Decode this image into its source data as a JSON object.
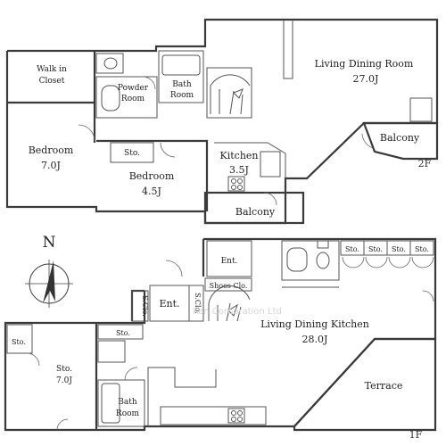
{
  "floors": {
    "upper": {
      "label": "2F",
      "rooms": {
        "walk_in_closet": [
          "Walk in",
          "Closet"
        ],
        "powder_room": [
          "Powder",
          "Room"
        ],
        "bath": [
          "Bath",
          "Room"
        ],
        "living": [
          "Living Dining Room",
          "27.0J"
        ],
        "balcony_right": "Balcony",
        "bedroom_left": [
          "Bedroom",
          "7.0J"
        ],
        "storage": "Sto.",
        "bedroom_mid": [
          "Bedroom",
          "4.5J"
        ],
        "kitchen": [
          "Kitchen",
          "3.5J"
        ],
        "balcony_bottom": "Balcony"
      }
    },
    "lower": {
      "label": "1F",
      "rooms": {
        "entrance_upper": "Ent.",
        "storage_row": [
          "Sto.",
          "Sto.",
          "Sto.",
          "Sto."
        ],
        "shoe_closet_left": "S.Clo.",
        "entrance": "Ent.",
        "shoe_closet_right": "S.Clo.",
        "shoes_closet": "Shoes Clo.",
        "living": [
          "Living Dining Kitchen",
          "28.0J"
        ],
        "storage_small_left": "Sto.",
        "storage_small_mid": "Sto.",
        "storage_big": [
          "Sto.",
          "7.0J"
        ],
        "bath": [
          "Bath",
          "Room"
        ],
        "terrace": "Terrace"
      }
    }
  },
  "compass": {
    "label": "N"
  },
  "watermark": "Ken Corporation Ltd"
}
